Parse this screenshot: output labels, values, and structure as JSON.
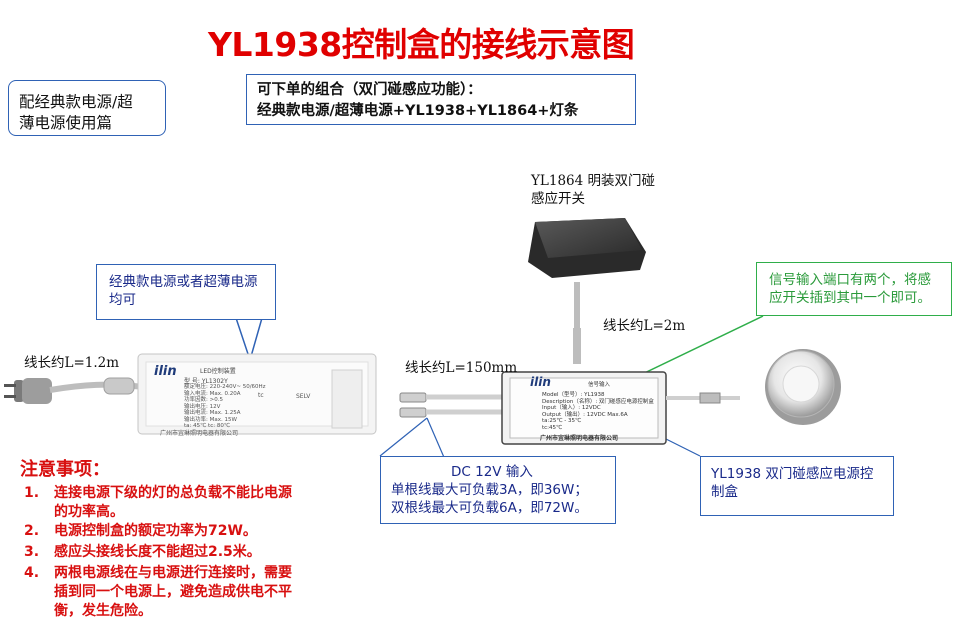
{
  "title": "YL1938控制盒的接线示意图",
  "usage_box": [
    "配经典款电源/超",
    "薄电源使用篇"
  ],
  "combo": {
    "line1": "可下单的组合（双门碰感应功能）：",
    "line2": "经典款电源/超薄电源+YL1938+YL1864+灯条"
  },
  "sensor": {
    "label_line1": "YL1864 明装双门碰",
    "label_line2": "感应开关"
  },
  "power_callout": [
    "经典款电源或者超薄电源",
    "均可"
  ],
  "signal_callout": [
    "信号输入端口有两个，将感",
    "应开关插到其中一个即可。"
  ],
  "wire_labels": {
    "input": "线长约L=1.2m",
    "sensor": "线长约L=2m",
    "dc": "线长约L=150mm"
  },
  "dc_callout": [
    "DC 12V 输入",
    "单根线最大可负载3A，即36W；",
    "双根线最大可负载6A，即72W。"
  ],
  "box_callout": [
    "YL1938 双门碰感应电源控",
    "制盒"
  ],
  "power_supply": {
    "brand": "ilin",
    "name": "LED控制装置",
    "model": "型 号: YL1302Y",
    "specs": [
      "额定电压: 220-240V~ 50/60Hz",
      "输入电流: Max. 0.20A",
      "功率因数: >0.5",
      "输出电压: 12V",
      "输出电流: Max. 1.25A",
      "输出功率: Max. 15W",
      "ta: 45℃   tc: 80℃"
    ],
    "company": "广州市宜琳照明电器有限公司",
    "selv": "SELV",
    "tc": "tc"
  },
  "control_box": {
    "brand": "ilin",
    "model_line": "Model（型号）: YL1938",
    "desc_line": "Description（名称）: 双门碰感应电源控制盒",
    "input_line": "Input（输入）: 12VDC",
    "output_line": "Output（输出）: 12VDC  Max.6A",
    "ta_line": "ta:25℃ - 35℃",
    "tc_line": "tc:45℃",
    "company": "广州市宜琳照明电器有限公司",
    "sensor_port": "信号输入"
  },
  "notes": {
    "title": "注意事项：",
    "items": [
      {
        "num": "1.",
        "lines": [
          "连接电源下级的灯的总负载不能比电源",
          "的功率高。"
        ]
      },
      {
        "num": "2.",
        "lines": [
          "电源控制盒的额定功率为72W。"
        ]
      },
      {
        "num": "3.",
        "lines": [
          "感应头接线长度不能超过2.5米。"
        ]
      },
      {
        "num": "4.",
        "lines": [
          "两根电源线在与电源进行连接时，需要",
          "插到同一个电源上，避免造成供电不平",
          "衡，发生危险。"
        ]
      }
    ]
  },
  "colors": {
    "title": "#e00000",
    "callout_border": "#2f62b5",
    "green": "#2fae4a",
    "notes": "#d81010"
  }
}
